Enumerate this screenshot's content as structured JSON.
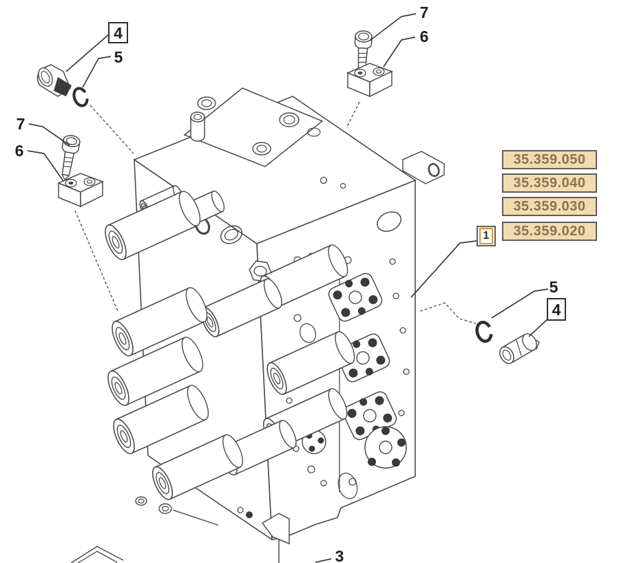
{
  "colors": {
    "background": "#ffffff",
    "line": "#4a4a4a",
    "ref_box_bg": "#f2dcae",
    "ref_box_border": "#5d5d5d",
    "ref_box_text": "#8a7254",
    "highlight_orange": "#e8932c",
    "callout_text": "#1f1f1f"
  },
  "callouts": {
    "top_right_screw": "7",
    "top_right_clamp": "6",
    "top_left_plug": "4",
    "top_left_oring": "5",
    "left_screw": "7",
    "left_clamp": "6",
    "right_oring": "5",
    "right_plug": "4",
    "main_valve_block": "1",
    "bottom_part": "3"
  },
  "reference_codes": [
    "35.359.050",
    "35.359.040",
    "35.359.030",
    "35.359.020"
  ]
}
